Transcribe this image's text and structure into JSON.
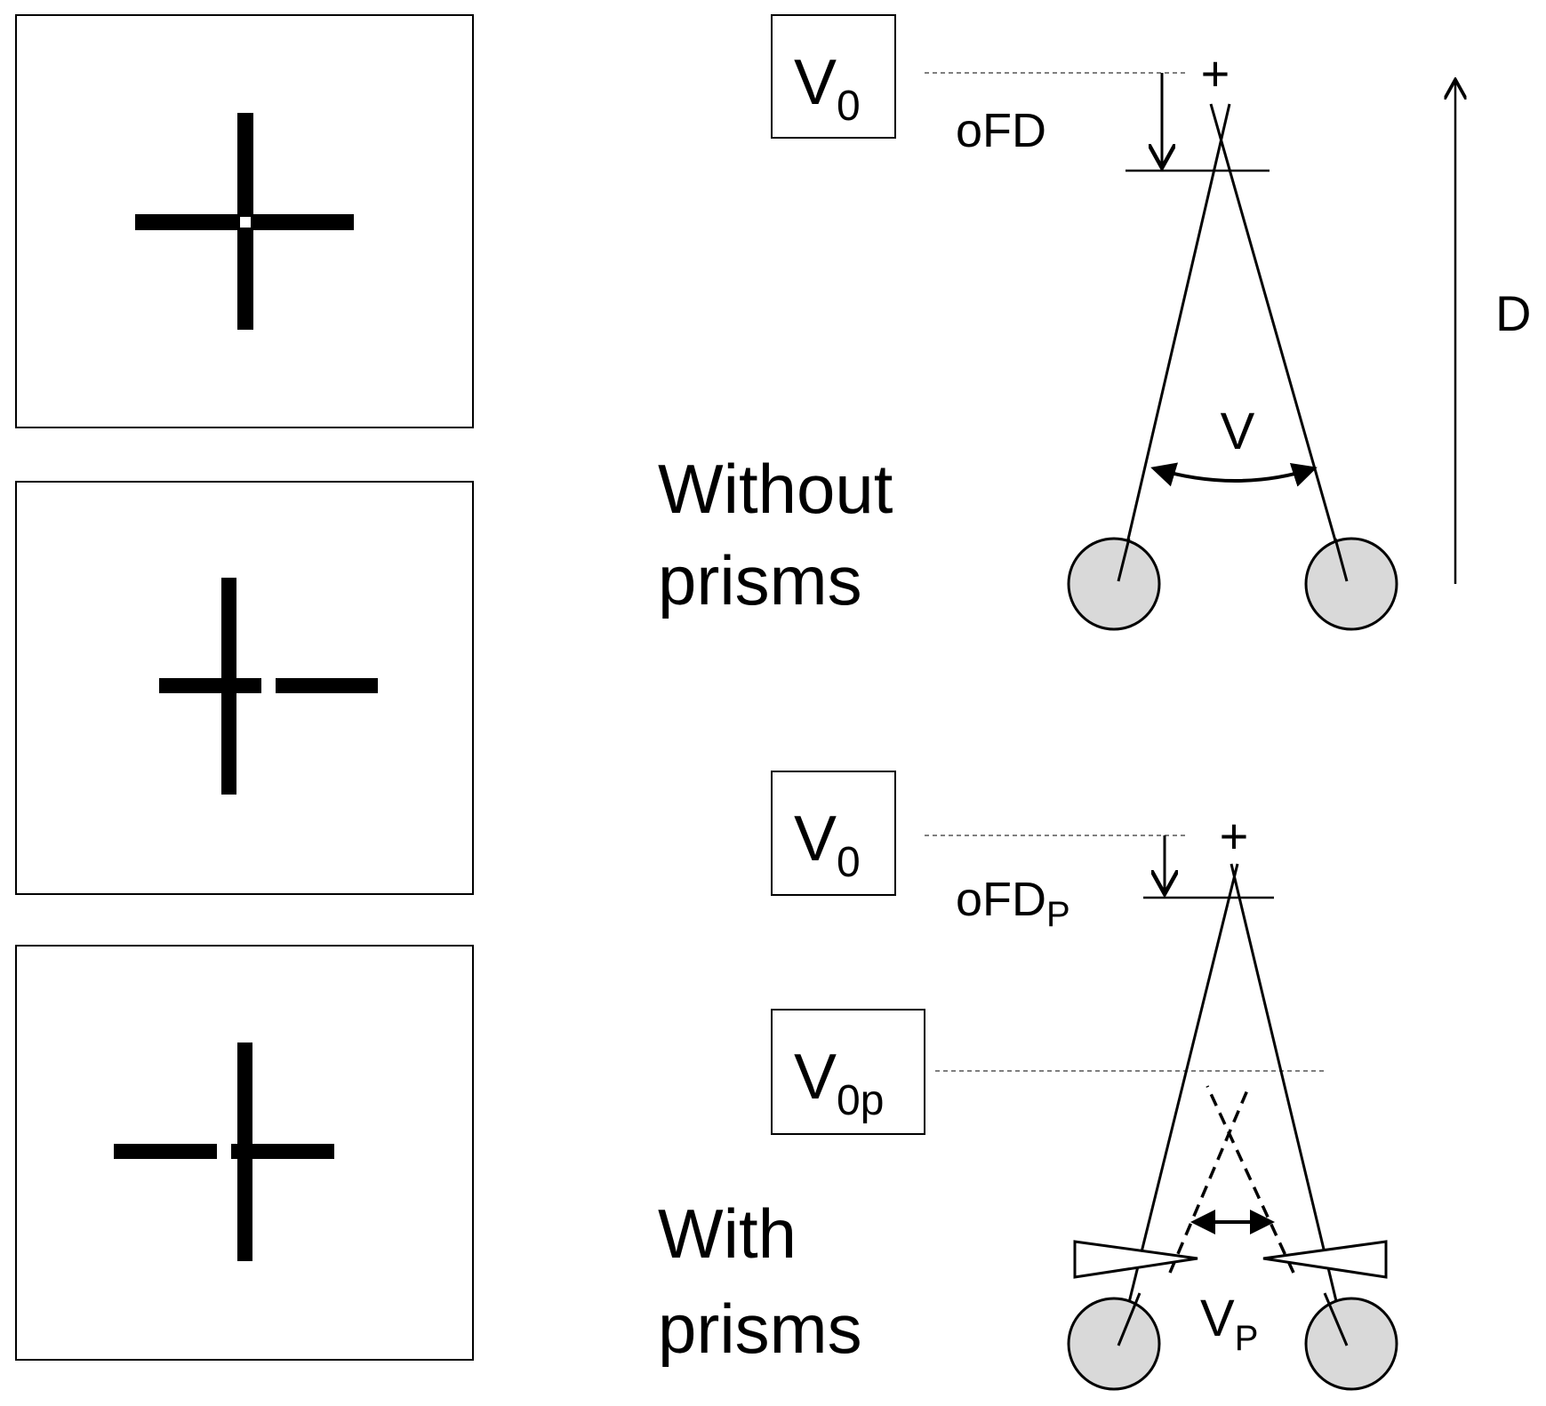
{
  "panels": [
    {
      "name": "aligned-nonius-cross"
    },
    {
      "name": "right-shifted-nonius-cross"
    },
    {
      "name": "left-shifted-nonius-cross"
    }
  ],
  "top_diagram": {
    "caption_line1": "Without",
    "caption_line2": "prisms",
    "box_main": "V",
    "box_sub": "0",
    "ofd_label": "oFD",
    "angle_label": "V",
    "distance_label": "D",
    "target_symbol": "+"
  },
  "bottom_diagram": {
    "caption_line1": "With",
    "caption_line2": "prisms",
    "box1_main": "V",
    "box1_sub": "0",
    "box2_main": "V",
    "box2_sub": "0p",
    "ofd_label": "oFD",
    "ofd_sub": "P",
    "angle_label": "V",
    "angle_sub": "P",
    "target_symbol": "+"
  },
  "colors": {
    "line": "#000000",
    "eye_fill": "#d9d9d9",
    "dash": "#555555"
  }
}
